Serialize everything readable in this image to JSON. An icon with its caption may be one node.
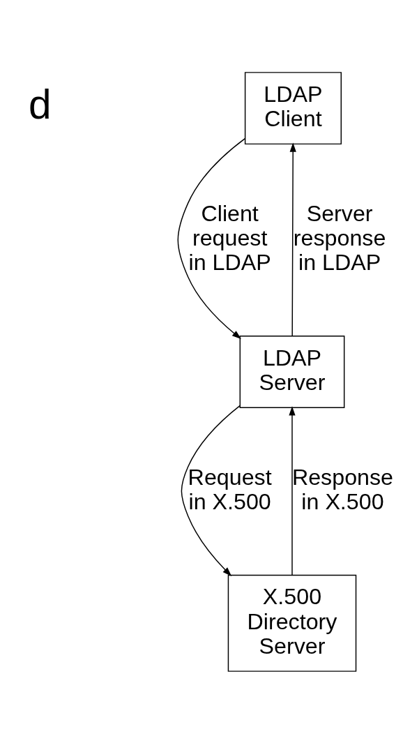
{
  "diagram": {
    "nodes": [
      {
        "text": [
          "LDAP Client"
        ]
      },
      {
        "text": [
          "LDAP Server"
        ]
      },
      {
        "text": [
          "X.500 Directory Server"
        ]
      }
    ],
    "edges": [
      {
        "from": 0,
        "to": 1,
        "arrow": "to",
        "label": "Client request in LDAP"
      },
      {
        "from": 1,
        "to": 0,
        "arrow": "to",
        "label": "Server response in LDAP"
      },
      {
        "from": 1,
        "to": 2,
        "arrow": "to",
        "label": "Request in X.500"
      },
      {
        "from": 2,
        "to": 1,
        "arrow": "to",
        "label": "Response in X.500"
      }
    ],
    "labels": [
      "d"
    ]
  }
}
